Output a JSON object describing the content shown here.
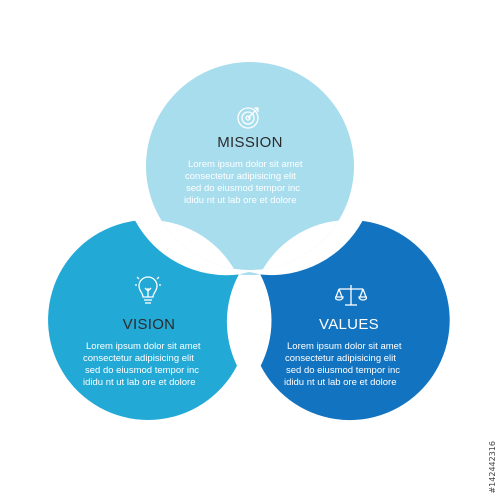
{
  "colors": {
    "mission": "#a8ddee",
    "vision": "#23a9d5",
    "values": "#1273c0",
    "title_dark": "#2b2b2b",
    "text_white": "#ffffff",
    "gap": "#ffffff"
  },
  "sections": [
    {
      "id": "mission",
      "title": "MISSION",
      "icon": "target-icon",
      "lines": [
        "Lorem ipsum dolor sit amet",
        "consectetur adipisicing elit",
        "sed do eiusmod tempor inc",
        "ididu nt ut lab ore et dolore"
      ]
    },
    {
      "id": "vision",
      "title": "VISION",
      "icon": "lightbulb-icon",
      "lines": [
        "Lorem ipsum dolor sit amet",
        "consectetur adipisicing elit",
        "sed do eiusmod tempor inc",
        "ididu nt ut lab ore et dolore"
      ]
    },
    {
      "id": "values",
      "title": "VALUES",
      "icon": "scales-icon",
      "lines": [
        "Lorem ipsum dolor sit amet",
        "consectetur adipisicing elit",
        "sed do eiusmod tempor inc",
        "ididu nt ut lab ore et dolore"
      ]
    }
  ],
  "stock_id": "#142442316"
}
